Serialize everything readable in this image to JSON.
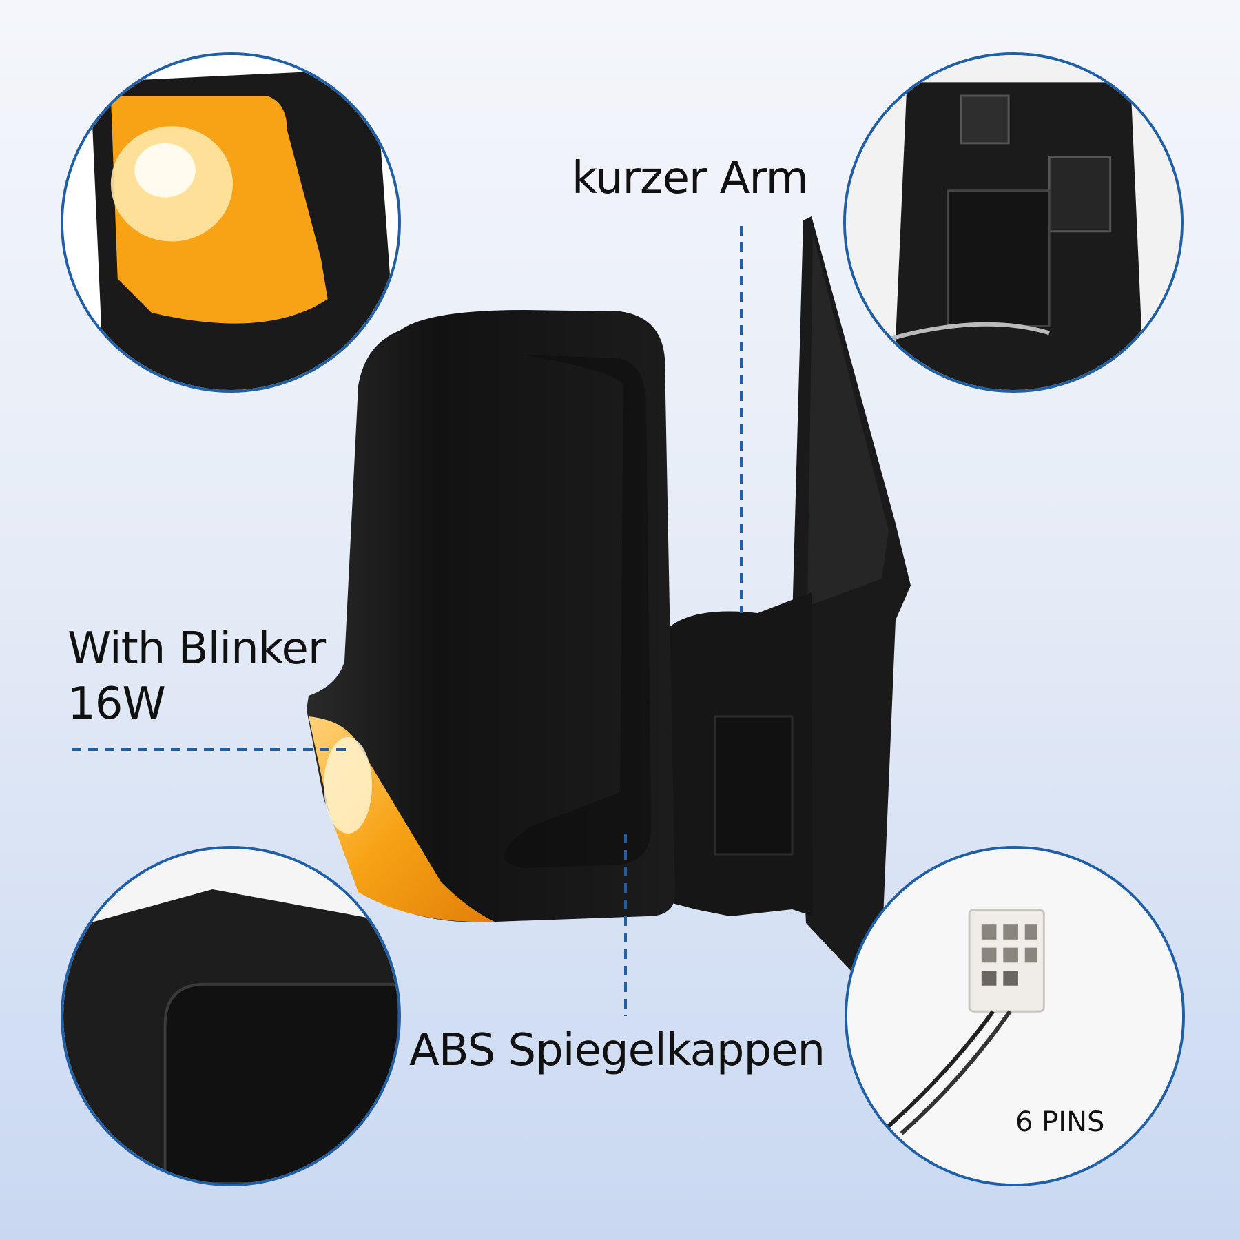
{
  "labels": {
    "arm": "kurzer Arm",
    "blinker_line1": "With Blinker",
    "blinker_line2": "16W",
    "abs": "ABS Spiegelkappen",
    "pins": "6 PINS"
  },
  "colors": {
    "accent_blue": "#1f5fa8",
    "mirror_black": "#151515",
    "blinker_amber": "#f5a21a"
  }
}
